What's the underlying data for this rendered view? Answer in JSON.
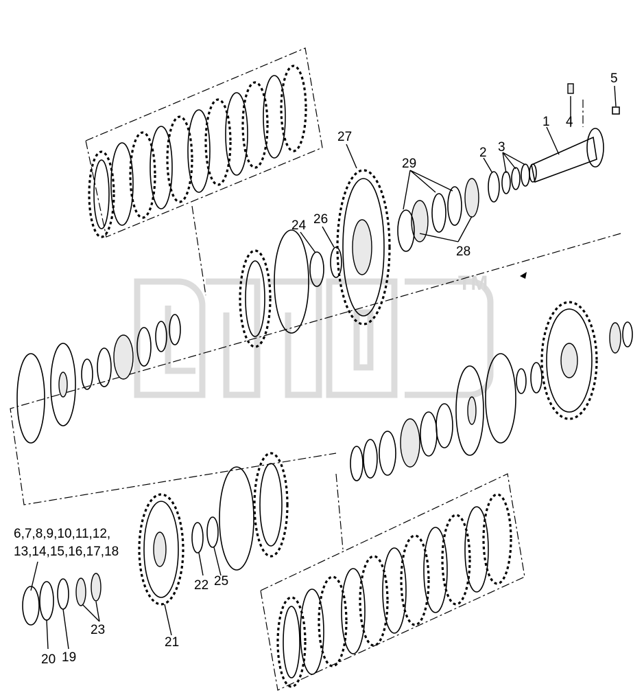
{
  "watermark": {
    "tm": "TM"
  },
  "labels": {
    "p1": "1",
    "p2": "2",
    "p3": "3",
    "p4": "4",
    "p5": "5",
    "p19": "19",
    "p20": "20",
    "p21": "21",
    "p22": "22",
    "p23": "23",
    "p24": "24",
    "p25": "25",
    "p26": "26",
    "p27": "27",
    "p28": "28",
    "p29": "29",
    "group_line1": "6,7,8,9,10,11,12,",
    "group_line2": "13,14,15,16,17,18"
  }
}
